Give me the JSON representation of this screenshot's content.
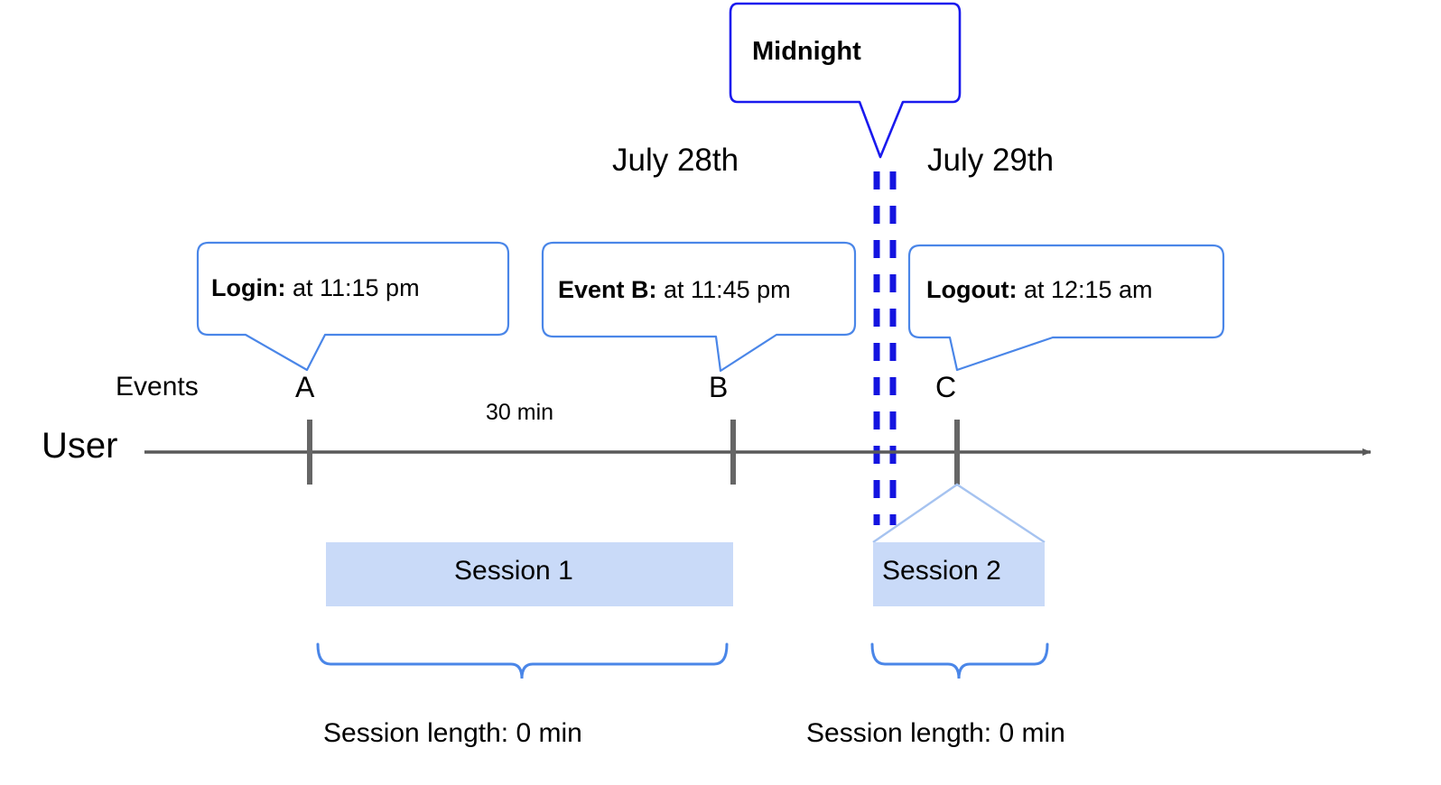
{
  "diagram": {
    "title": "User session timeline across midnight",
    "colors": {
      "callout_border": "#4a86e8",
      "midnight_border": "#1a1aee",
      "midnight_dash": "#1414e0",
      "session_fill": "#c9daf8",
      "session_leader": "#a6c3f0",
      "axis": "#666666",
      "tick": "#666666",
      "brace": "#4a86e8",
      "text": "#000000"
    }
  },
  "axis": {
    "row_label": "User",
    "events_label": "Events",
    "duration_label": "30 min"
  },
  "dates": {
    "left": "July 28th",
    "right": "July 29th"
  },
  "midnight": {
    "label": "Midnight"
  },
  "events": [
    {
      "letter": "A",
      "callout_bold": "Login:",
      "callout_rest": " at 11:15 pm"
    },
    {
      "letter": "B",
      "callout_bold": "Event B:",
      "callout_rest": " at 11:45 pm"
    },
    {
      "letter": "C",
      "callout_bold": "Logout:",
      "callout_rest": " at 12:15 am"
    }
  ],
  "sessions": [
    {
      "bar_label": "Session 1",
      "length_label": "Session length: 0 min"
    },
    {
      "bar_label": "Session 2",
      "length_label": "Session length: 0 min"
    }
  ]
}
